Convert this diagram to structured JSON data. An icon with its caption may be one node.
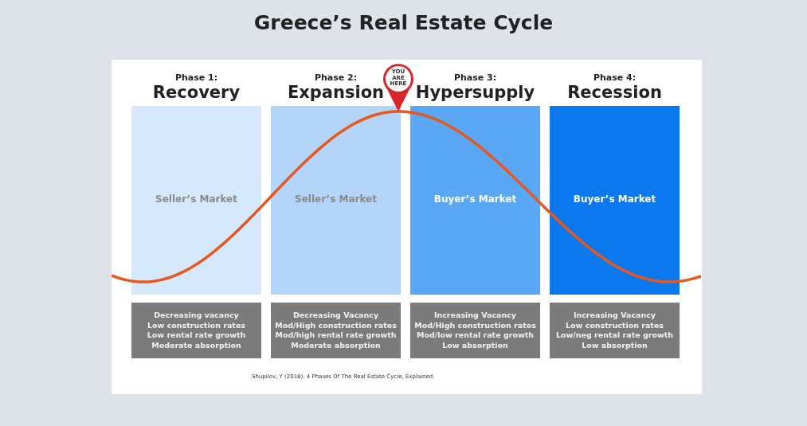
{
  "diagram": {
    "title": "Greece’s Real Estate Cycle",
    "nodes": [
      {
        "text": [
          "Phase 1:",
          "Recovery",
          "Seller’s Market"
        ]
      },
      {
        "text": [
          "Phase 2:",
          "Expansion",
          "Seller’s Market"
        ]
      },
      {
        "text": [
          "Phase 3:",
          "Hypersupply",
          "Buyer’s Market"
        ]
      },
      {
        "text": [
          "Phase 4:",
          "Recession",
          "Buyer’s Market"
        ]
      },
      {
        "text": [
          "Decreasing vacancy",
          "Low construction rates",
          "Low rental rate growth",
          "Moderate absorption"
        ]
      },
      {
        "text": [
          "Decreasing Vacancy",
          "Mod/High construction rates",
          "Mod/high rental rate growth",
          "Moderate absorption"
        ]
      },
      {
        "text": [
          "Increasing Vacancy",
          "Mod/High construction rates",
          "Mod/low rental rate growth",
          "Low absorption"
        ]
      },
      {
        "text": [
          "Increasing Vacancy",
          "Low construction rates",
          "Low/neg rental rate growth",
          "Low absorption"
        ]
      }
    ],
    "labels": [
      "YOU ARE HERE",
      "Shupilov, Y (2018). 4 Phases Of The Real Estate Cycle, Explained."
    ]
  }
}
